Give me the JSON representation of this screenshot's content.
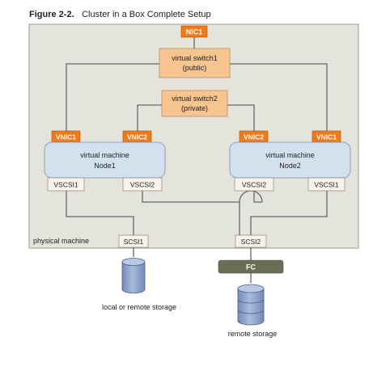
{
  "figure": {
    "number": "Figure 2-2.",
    "title": "Cluster in a Box Complete Setup"
  },
  "host": {
    "label": "physical machine",
    "nic": "NIC1",
    "public_switch": [
      "virtual switch1",
      "(public)"
    ],
    "private_switch": [
      "virtual switch2",
      "(private)"
    ],
    "scsi_local": "SCSI1",
    "scsi_shared": "SCSI2"
  },
  "nodes": [
    {
      "vm_label": [
        "virtual machine",
        "Node1"
      ],
      "vnic_public": "VNIC1",
      "vnic_private": "VNIC2",
      "vscsi_local": "VSCSI1",
      "vscsi_shared": "VSCSI2"
    },
    {
      "vm_label": [
        "virtual machine",
        "Node2"
      ],
      "vnic_private": "VNIC2",
      "vnic_public": "VNIC1",
      "vscsi_shared": "VSCSI2",
      "vscsi_local": "VSCSI1"
    }
  ],
  "fc": "FC",
  "storage": {
    "local": "local or remote storage",
    "remote": "remote storage"
  },
  "colors": {
    "host_bg": "#e4e4dd",
    "orange_dark": "#ef7a1a",
    "orange_light": "#f8c490",
    "vm_fill": "#d3e1ef",
    "label_box": "#f7f3ea",
    "fc_fill": "#6b6e55",
    "disk_fill": "#8fa3c9",
    "line": "#666666"
  }
}
